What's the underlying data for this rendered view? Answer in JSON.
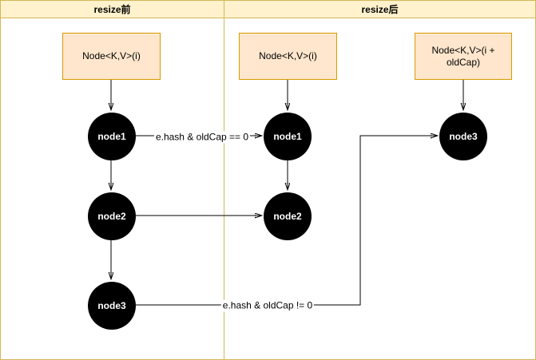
{
  "title_row": {
    "before": "resize前",
    "after": "resize后"
  },
  "boxes": {
    "before": "Node<K,V>(i)",
    "after_low": "Node<K,V>(i)",
    "after_high": "Node<K,V>(i + oldCap)"
  },
  "nodes": {
    "before": [
      "node1",
      "node2",
      "node3"
    ],
    "after_low": [
      "node1",
      "node2"
    ],
    "after_high": [
      "node3"
    ]
  },
  "edge_labels": {
    "low": "e.hash & oldCap == 0",
    "high": "e.hash & oldCap != 0"
  },
  "colors": {
    "header_fill": "#fff2cc",
    "header_border": "#d6b656",
    "box_fill": "#ffe6cc",
    "box_border": "#d79b00",
    "node_fill": "#000000",
    "node_text": "#ffffff",
    "line": "#000000",
    "bg": "#ffffff"
  }
}
